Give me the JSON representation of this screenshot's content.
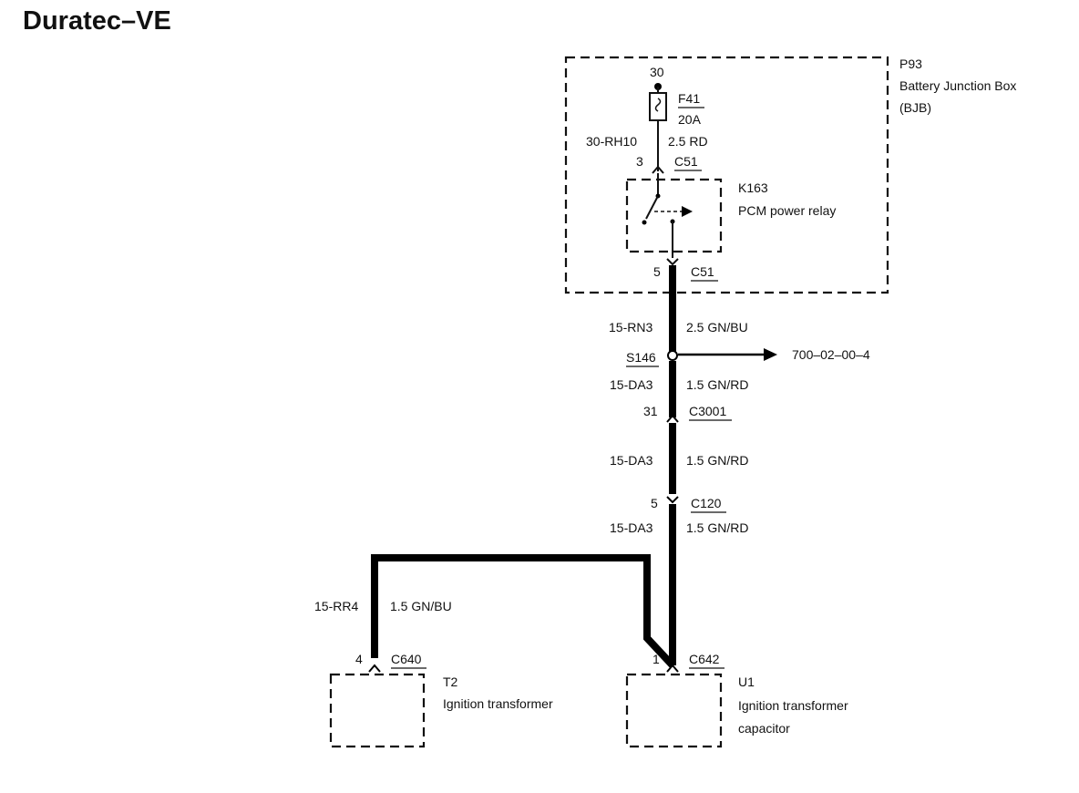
{
  "title": "Duratec–VE",
  "bjb": {
    "id": "P93",
    "line1": "Battery Junction Box",
    "line2": "(BJB)",
    "pin_30": "30",
    "fuse_id": "F41",
    "fuse_rating": "20A",
    "wire_top_circuit": "30-RH10",
    "wire_top_spec": "2.5 RD",
    "pin_3": "3",
    "conn_top": "C51",
    "pin_5": "5",
    "conn_bottom": "C51"
  },
  "relay": {
    "id": "K163",
    "name": "PCM power relay"
  },
  "main_wire": {
    "seg1_circuit": "15-RN3",
    "seg1_spec": "2.5 GN/BU",
    "splice": "S146",
    "splice_ref": "700–02–00–4",
    "seg2_circuit": "15-DA3",
    "seg2_spec": "1.5 GN/RD",
    "c3001_pin": "31",
    "c3001": "C3001",
    "seg3_circuit": "15-DA3",
    "seg3_spec": "1.5 GN/RD",
    "c120_pin": "5",
    "c120": "C120",
    "seg4_circuit": "15-DA3",
    "seg4_spec": "1.5 GN/RD"
  },
  "branch_wire": {
    "circuit": "15-RR4",
    "spec": "1.5 GN/BU"
  },
  "t2": {
    "pin": "4",
    "conn": "C640",
    "id": "T2",
    "name": "Ignition transformer"
  },
  "u1": {
    "pin": "1",
    "conn": "C642",
    "id": "U1",
    "line1": "Ignition transformer",
    "line2": "capacitor"
  }
}
